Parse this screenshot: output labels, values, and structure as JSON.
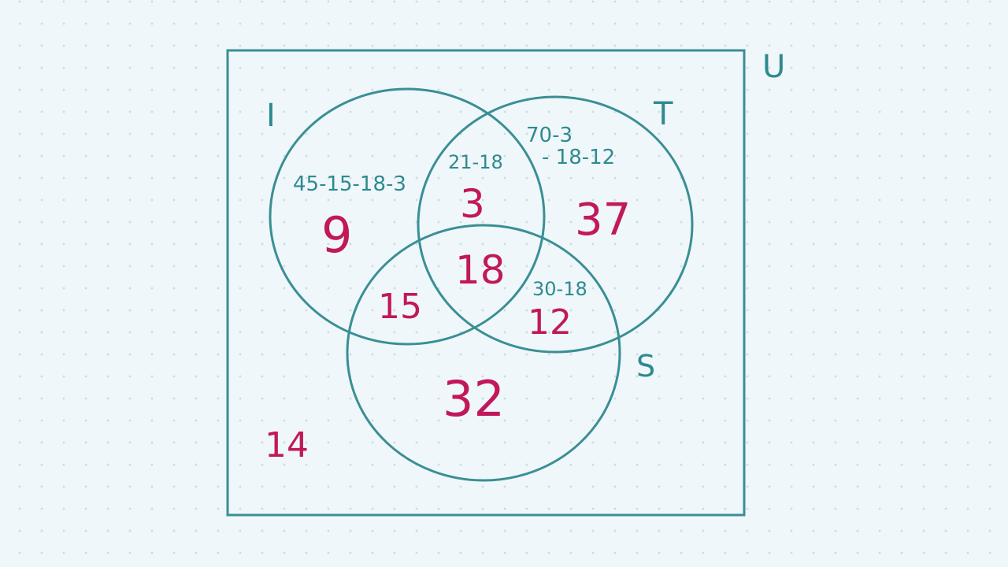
{
  "diagram": {
    "type": "venn",
    "colors": {
      "outline": "#3a8f94",
      "label_text": "#2f8a8f",
      "result_text": "#c2185b",
      "background": "#eff7fa"
    },
    "universe_label": "U",
    "sets": [
      {
        "name": "I",
        "label": "I"
      },
      {
        "name": "T",
        "label": "T"
      },
      {
        "name": "S",
        "label": "S"
      }
    ],
    "work_notes": {
      "I_only": "45-15-18-3",
      "I_T_only": "21-18",
      "T_only_line1": "70-3",
      "T_only_line2": "- 18-12",
      "T_S_only": "30-18"
    },
    "regions": {
      "I_only": "9",
      "I_T_only": "3",
      "T_only": "37",
      "I_T_S": "18",
      "I_S_only": "15",
      "T_S_only": "12",
      "S_only": "32",
      "outside": "14"
    }
  }
}
